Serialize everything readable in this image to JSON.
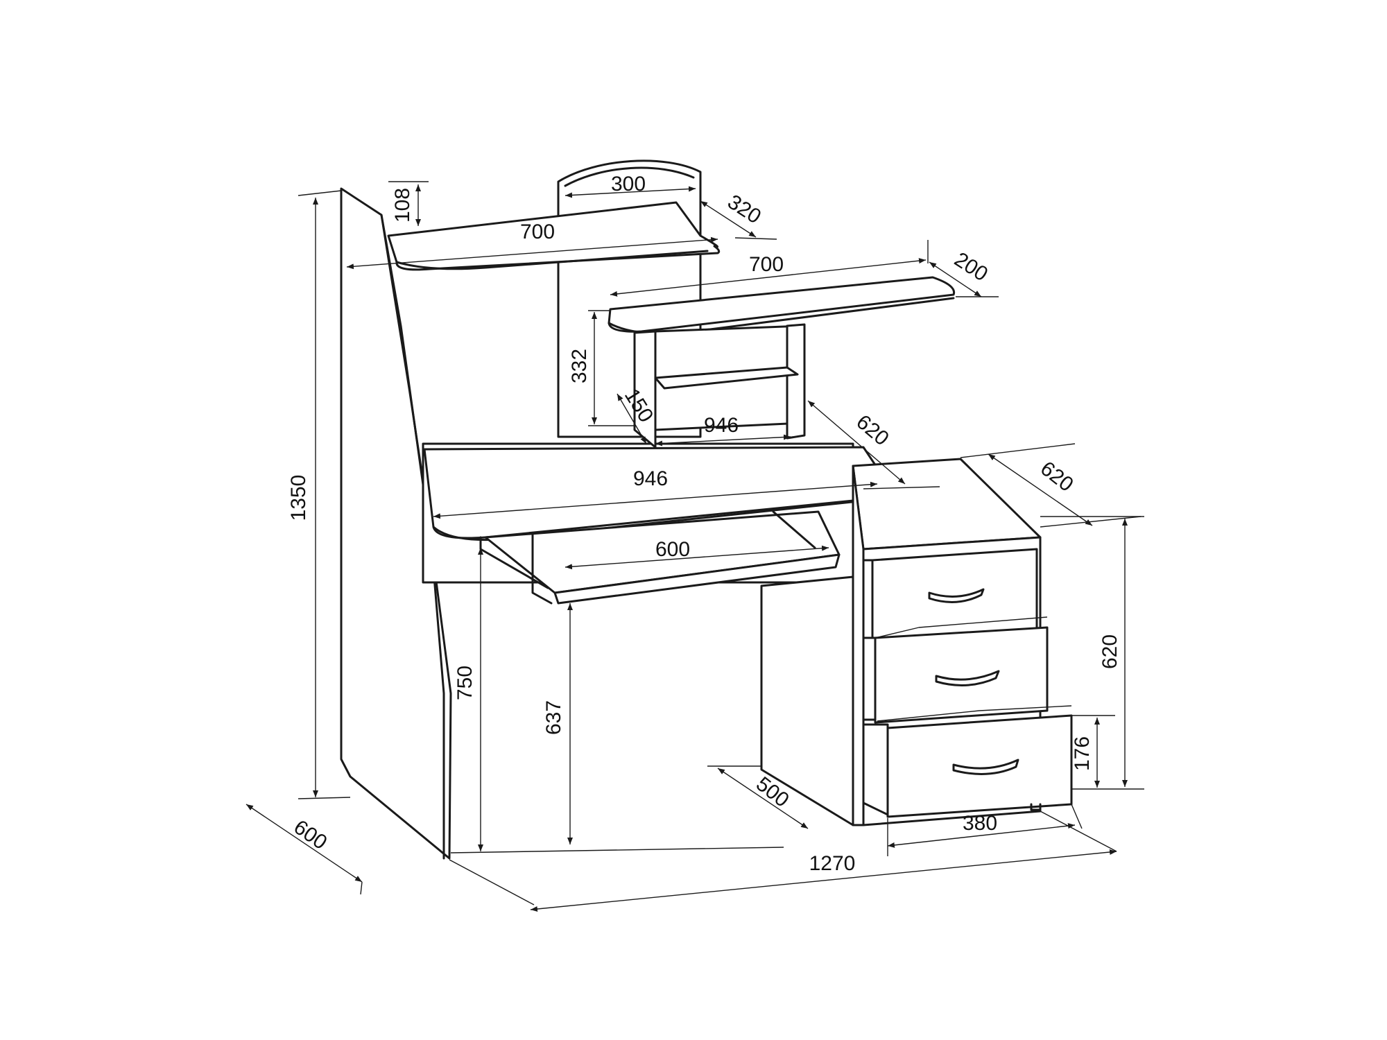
{
  "diagram": {
    "colors": {
      "line": "#1a1a1a",
      "background": "#ffffff"
    },
    "dimensions": {
      "height_total": "1350",
      "depth_side": "600",
      "top_shelf_height": "108",
      "arch_width": "300",
      "top_shelf_depth": "320",
      "top_shelf_width": "700",
      "mid_shelf_width": "700",
      "mid_shelf_depth": "200",
      "niche_height": "332",
      "niche_depth": "150",
      "niche_width": "946",
      "niche_side_depth": "620",
      "desk_width": "946",
      "cabinet_depth": "620",
      "keyboard_width": "600",
      "desk_height": "750",
      "keyboard_height": "637",
      "cabinet_height": "620",
      "drawer_height": "176",
      "leg_depth": "500",
      "drawer_width": "380",
      "overall_width": "1270"
    }
  }
}
